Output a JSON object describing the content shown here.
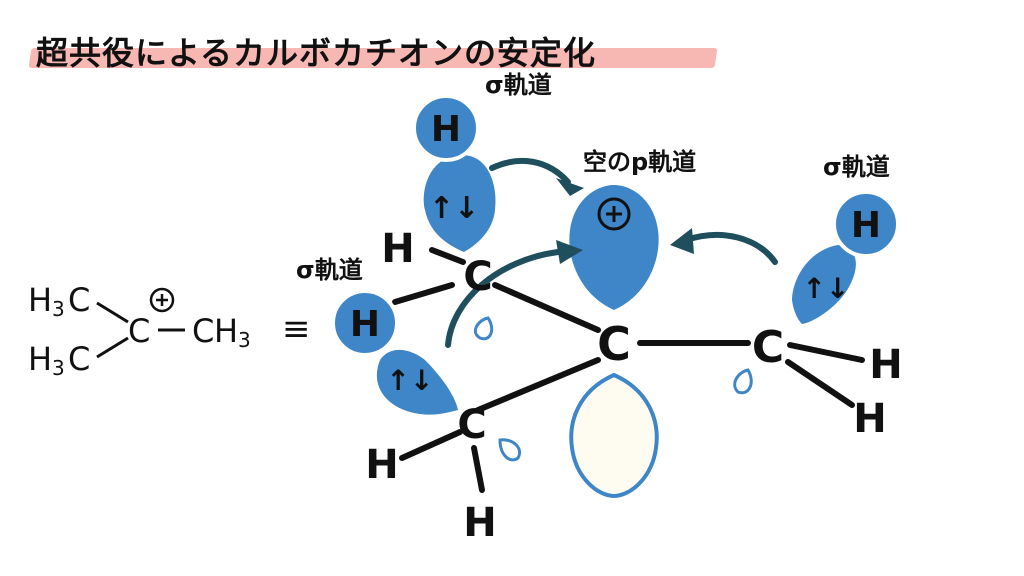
{
  "title": "超共役によるカルボカチオンの安定化",
  "labels": {
    "sigma_orbital": "σ軌道",
    "empty_p_orbital": "空のp軌道",
    "equiv": "≡",
    "plus": "+",
    "arrows": "↑↓"
  },
  "atoms": {
    "C": "C",
    "H": "H",
    "H3": "H",
    "three": "3"
  },
  "colors": {
    "blue": "#3f86c8",
    "light_blue": "#4a90d0",
    "dark_arrow": "#1f4e5c",
    "lower_lobe_fill": "#fefcf0",
    "highlight": "#f7b7b2"
  }
}
